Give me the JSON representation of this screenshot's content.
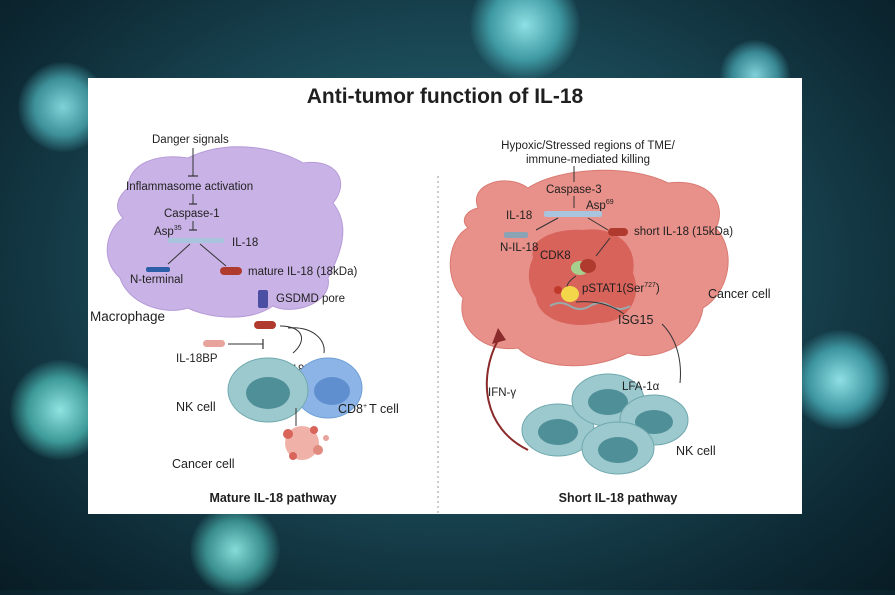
{
  "title": "Anti-tumor function of IL-18",
  "left_panel": {
    "danger": "Danger signals",
    "inflammasome": "Inflammasome activation",
    "caspase": "Caspase-1",
    "asp": "Asp",
    "asp_sup": "35",
    "il18": "IL-18",
    "nterminal": "N-terminal",
    "mature": "mature IL-18 (18kDa)",
    "gsdmd": "GSDMD pore",
    "macrophage": "Macrophage",
    "il18bp": "IL-18BP",
    "il18ra": "IL-18Rα",
    "nk": "NK cell",
    "cd8": "CD8",
    "cd8_sup": "+",
    "cd8_rest": "T cell",
    "cancer": "Cancer cell",
    "footer": "Mature IL-18 pathway"
  },
  "right_panel": {
    "hypoxic_line1": "Hypoxic/Stressed regions of TME/",
    "hypoxic_line2": "immune-mediated killing",
    "caspase": "Caspase-3",
    "asp": "Asp",
    "asp_sup": "69",
    "il18": "IL-18",
    "nil18": "N-IL-18",
    "short": "short IL-18 (15kDa)",
    "cdk8": "CDK8",
    "pstat": "pSTAT1(Ser",
    "pstat_sup": "727",
    "pstat_close": ")",
    "isg15": "ISG15",
    "cancer": "Cancer cell",
    "ifn": "IFN-γ",
    "lfa": "LFA-1α",
    "nk": "NK cell",
    "footer": "Short IL-18 pathway"
  },
  "colors": {
    "macrophage": "#c9b3e6",
    "cancer_cell": "#e8918a",
    "nk_cell": "#7fb7bf",
    "t_cell": "#6f9fd8",
    "il18": "#b03a2e",
    "n_terminal": "#2f5ea8",
    "gsdmd": "#4b4fa3"
  }
}
